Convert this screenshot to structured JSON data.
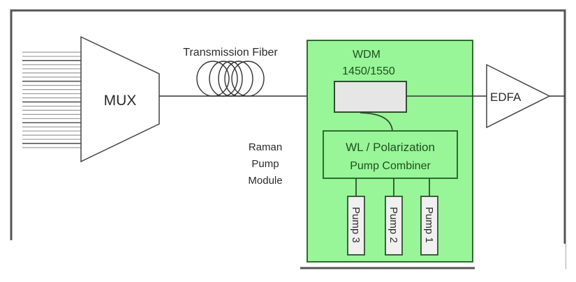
{
  "diagram": {
    "title": "Raman amplification system",
    "colors": {
      "module_fill": "#98f598",
      "module_stroke": "#2f6b2f",
      "wdm_fill": "#e6e6e6",
      "line": "#333333",
      "frame": "#555555"
    },
    "input_channels": {
      "count": 24
    },
    "mux": {
      "label": "MUX"
    },
    "fiber": {
      "label": "Transmission Fiber"
    },
    "raman_module": {
      "label_lines": [
        "Raman",
        "Pump",
        "Module"
      ]
    },
    "wdm": {
      "label": "WDM",
      "wavelengths": "1450/1550"
    },
    "combiner": {
      "label_lines": [
        "WL / Polarization",
        "Pump Combiner"
      ]
    },
    "pumps": [
      {
        "label": "Pump 3"
      },
      {
        "label": "Pump 2"
      },
      {
        "label": "Pump 1"
      }
    ],
    "edfa": {
      "label": "EDFA"
    }
  }
}
